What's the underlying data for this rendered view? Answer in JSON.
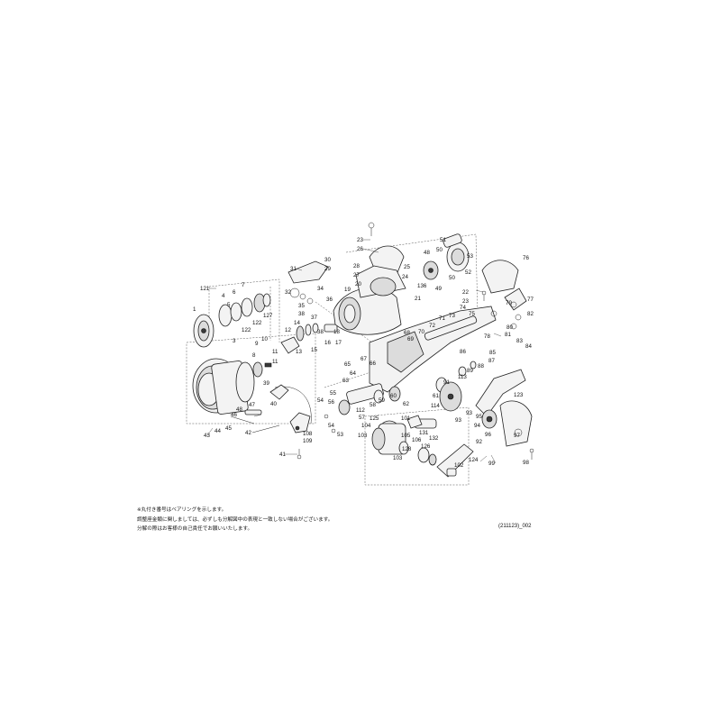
{
  "labels": {
    "l23a": "23",
    "l26": "26",
    "l25": "25",
    "l28": "28",
    "l27": "27",
    "l24": "24",
    "l48": "48",
    "l51": "51",
    "l50a": "50",
    "l53": "53",
    "l52": "52",
    "l136": "136",
    "l49": "49",
    "l50b": "50",
    "l76": "76",
    "l22": "22",
    "l23b": "23",
    "l77": "77",
    "l31": "31",
    "l30": "30",
    "l29": "29",
    "l32": "32",
    "l34": "34",
    "l35": "35",
    "l38a": "38",
    "l36": "36",
    "l37": "37",
    "l19": "19",
    "l20": "20",
    "l21": "21",
    "l121": "121",
    "l7": "7",
    "l4": "4",
    "l6": "6",
    "l5": "5",
    "l1": "1",
    "l3": "3",
    "l122a": "122",
    "l122b": "122",
    "l127": "127",
    "l68": "68",
    "l71": "71",
    "l73": "73",
    "l74": "74",
    "l75": "75",
    "l72": "72",
    "l70": "70",
    "l69": "69",
    "l78": "78",
    "l79": "79",
    "l80": "80",
    "l81": "81",
    "l82": "82",
    "l83a": "83",
    "l84": "84",
    "l12": "12",
    "l14": "14",
    "l38b": "38",
    "l16": "16",
    "l15": "15",
    "l18": "18",
    "l17": "17",
    "l9": "9",
    "l10": "10",
    "l8": "8",
    "l11a": "11",
    "l11b": "11",
    "l13": "13",
    "l85": "85",
    "l86": "86",
    "l87": "87",
    "l88": "88",
    "l89": "89",
    "l67": "67",
    "l66": "66",
    "l65": "65",
    "l64": "64",
    "l63": "63",
    "l113": "113",
    "l91": "91",
    "l123": "123",
    "l55": "55",
    "l56": "56",
    "l58": "58",
    "l59": "59",
    "l60": "60",
    "l57": "57",
    "l61": "61",
    "l62": "62",
    "l112": "112",
    "l114": "114",
    "l93a": "93",
    "l93b": "93",
    "l95": "95",
    "l94": "94",
    "l96": "96",
    "l97": "97",
    "l98": "98",
    "l39": "39",
    "l40": "40",
    "l47": "47",
    "l48b": "48",
    "l46": "46",
    "l45": "45",
    "l44": "44",
    "l43": "43",
    "l42": "42",
    "l54a": "54",
    "l54b": "54",
    "l53b": "53",
    "l101": "101",
    "l125": "125",
    "l104": "104",
    "l103": "103",
    "l105": "105",
    "l131": "131",
    "l132": "132",
    "l106": "106",
    "l126": "126",
    "l128": "128",
    "l102": "102",
    "l124": "124",
    "l99": "99",
    "l108": "108",
    "l109": "109",
    "l41": "41",
    "l92": "92"
  },
  "notes": {
    "line1": "※丸付き番号はベアリングを示します。",
    "line2": "調整座金類に関しましては、必ずしも分解図中の表現と一致しない場合がございます。",
    "line3": "分解の際はお客様の自己責任でお願いいたします。"
  },
  "code": "(211123)_002"
}
